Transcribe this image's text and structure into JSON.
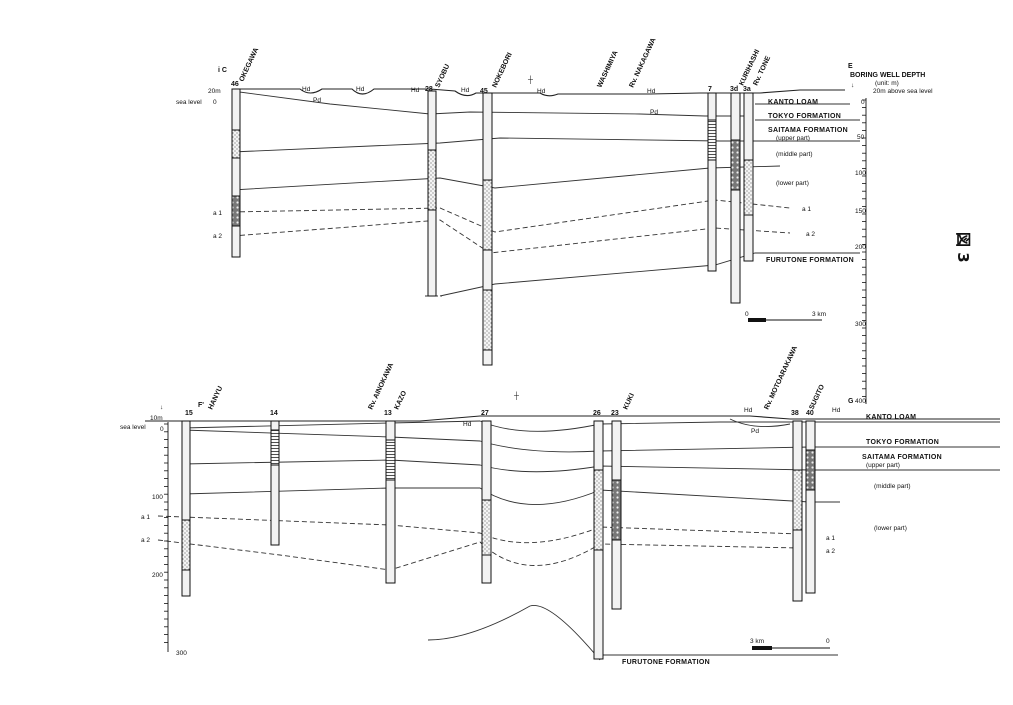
{
  "figure_tag": "図 3",
  "upper_section": {
    "start_label": "i C",
    "end_label": "E",
    "boreholes": [
      {
        "id": "46",
        "name": "OKEGAWA"
      },
      {
        "id": "28",
        "name": "SYOBU"
      },
      {
        "id": "45",
        "name": "NOKEBORI"
      },
      {
        "id": "7",
        "name": ""
      },
      {
        "id": "3d",
        "name": "KURIHASHI"
      },
      {
        "id": "3a",
        "name": "Rv. TONE"
      }
    ],
    "places": [
      "WASHIMIYA",
      "Rv. NAKAGAWA"
    ],
    "elev_label": "20m",
    "sea_level_label": "sea level",
    "sea_zero": "0",
    "marker_labels": [
      "a 1",
      "a 2"
    ],
    "right_marker_labels": [
      "a 1",
      "a 2"
    ],
    "hd_labels": [
      "Hd",
      "Hd",
      "Hd",
      "Hd",
      "Hd",
      "Hd"
    ],
    "pd_labels": [
      "Pd",
      "Pd"
    ],
    "formations": [
      {
        "name": "KANTO LOAM",
        "sub": ""
      },
      {
        "name": "TOKYO FORMATION",
        "sub": ""
      },
      {
        "name": "SAITAMA FORMATION",
        "sub": "(upper part)"
      },
      {
        "name": "(middle part)",
        "sub": ""
      },
      {
        "name": "(lower part)",
        "sub": ""
      },
      {
        "name": "FURUTONE FORMATION",
        "sub": ""
      }
    ],
    "scale": {
      "start": "0",
      "end": "3 km"
    }
  },
  "depth_axis": {
    "title": "BORING WELL DEPTH",
    "unit": "(unit: m)",
    "ref": "20m above sea level",
    "ticks": [
      "0",
      "50",
      "100",
      "150",
      "200",
      "300",
      "400"
    ]
  },
  "lower_section": {
    "start_label": "F'",
    "end_label": "G",
    "boreholes": [
      {
        "id": "15",
        "name": "HANYU"
      },
      {
        "id": "14",
        "name": ""
      },
      {
        "id": "13",
        "name": "KAZO"
      },
      {
        "id": "27",
        "name": ""
      },
      {
        "id": "26",
        "name": ""
      },
      {
        "id": "23",
        "name": "KUKI"
      },
      {
        "id": "38",
        "name": "SUGITO"
      },
      {
        "id": "40",
        "name": ""
      }
    ],
    "places": [
      "Rv. AINOKAWA",
      "Rv. MOTOARAKAWA"
    ],
    "elev_label": "10m",
    "sea_level_label": "sea level",
    "left_ticks": [
      "0",
      "100",
      "200",
      "300"
    ],
    "marker_labels": [
      "a 1",
      "a 2"
    ],
    "right_marker_labels": [
      "a 1",
      "a 2"
    ],
    "hd_labels": [
      "Hd",
      "Hd",
      "Hd"
    ],
    "pd_labels": [
      "Pd"
    ],
    "formations": [
      {
        "name": "KANTO LOAM",
        "sub": ""
      },
      {
        "name": "TOKYO FORMATION",
        "sub": ""
      },
      {
        "name": "SAITAMA FORMATION",
        "sub": "(upper part)"
      },
      {
        "name": "(middle part)",
        "sub": ""
      },
      {
        "name": "(lower part)",
        "sub": ""
      }
    ],
    "bottom_formation": "FURUTONE FORMATION",
    "scale": {
      "start": "3 km",
      "end": "0"
    }
  }
}
